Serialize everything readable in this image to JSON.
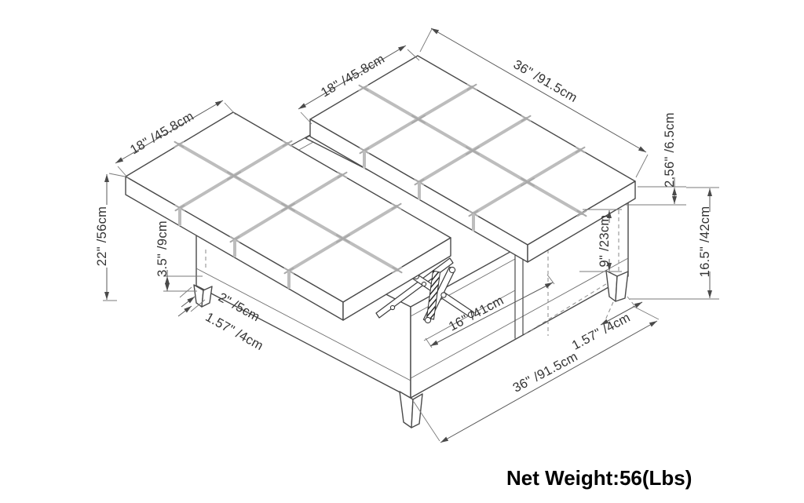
{
  "drawing": {
    "kind": "furniture-dimension-diagram",
    "subject": "square storage ottoman with two tufted lift-top cushions, scissor hinge and tapered legs"
  },
  "labels": {
    "dim_18_left": "18\" /45.8cm",
    "dim_18_mid": "18\" /45.8cm",
    "dim_36_top": "36\" /91.5cm",
    "dim_2_56": "2.56\" /6.5cm",
    "dim_16_5": "16.5\" /42cm",
    "dim_22": "22\" /56cm",
    "dim_3_5": "3.5\" /9cm",
    "dim_9": "9\" /23cm",
    "dim_2": "2\" /5cm",
    "dim_1_57_left": "1.57\" /4cm",
    "dim_16": "16\" /41cm",
    "dim_1_57_right": "1.57\" /4cm",
    "dim_36_bottom": "36\" /91.5cm",
    "net_weight": "Net Weight:56(Lbs)"
  },
  "colors": {
    "background": "#ffffff",
    "line": "#4a4a4a",
    "seam": "#bdbdbd",
    "text": "#333333",
    "weight_text": "#000000"
  }
}
